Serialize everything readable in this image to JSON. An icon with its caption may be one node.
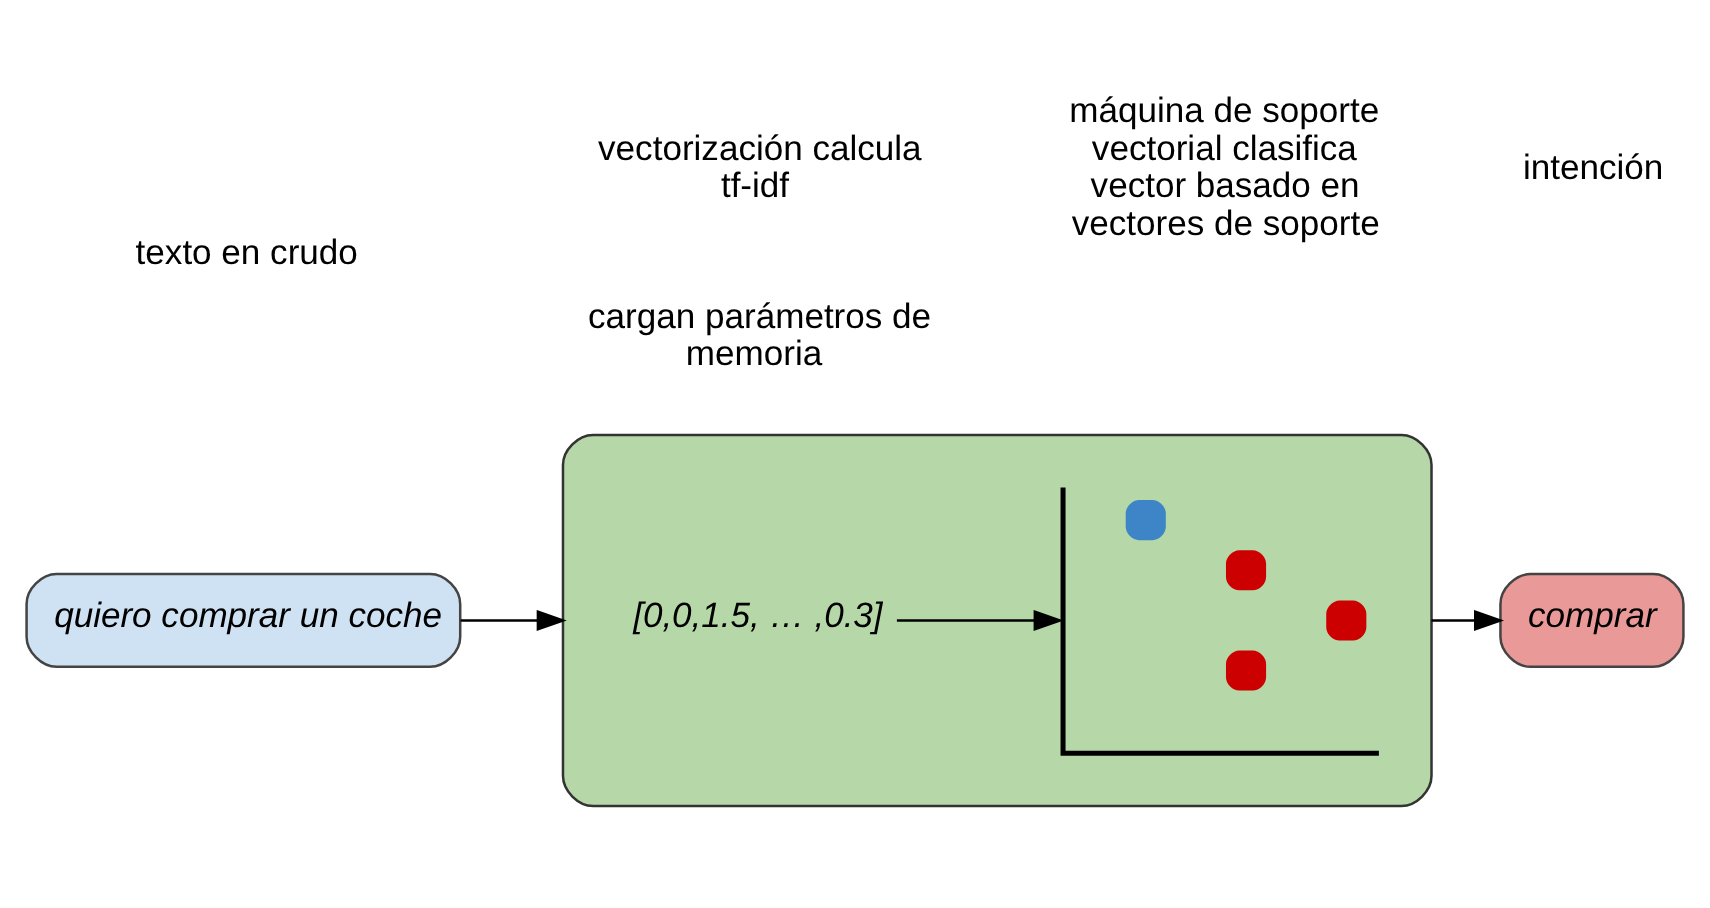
{
  "diagram": {
    "nodes": [
      {
        "text": [
          "quiero comprar un coche"
        ]
      },
      {
        "text": [],
        "shape": "box"
      },
      {
        "text": [
          "[0,0,1.5, … ,0.3]"
        ],
        "in": 1
      },
      {
        "text": [],
        "shape": "picture",
        "in": 1
      },
      {
        "text": [
          "comprar"
        ]
      }
    ],
    "edges": [
      {
        "from": 0,
        "to": 1,
        "arrow": "to"
      },
      {
        "from": 2,
        "to": 3,
        "arrow": "to"
      },
      {
        "from": 1,
        "to": 4,
        "arrow": "to"
      }
    ],
    "labels": [
      "texto en crudo",
      "vectorización calcula tf-idf",
      "máquina de soporte vectorial clasifica vector basado en vectores de soporte",
      "intención",
      "cargan parámetros de memoria"
    ]
  }
}
